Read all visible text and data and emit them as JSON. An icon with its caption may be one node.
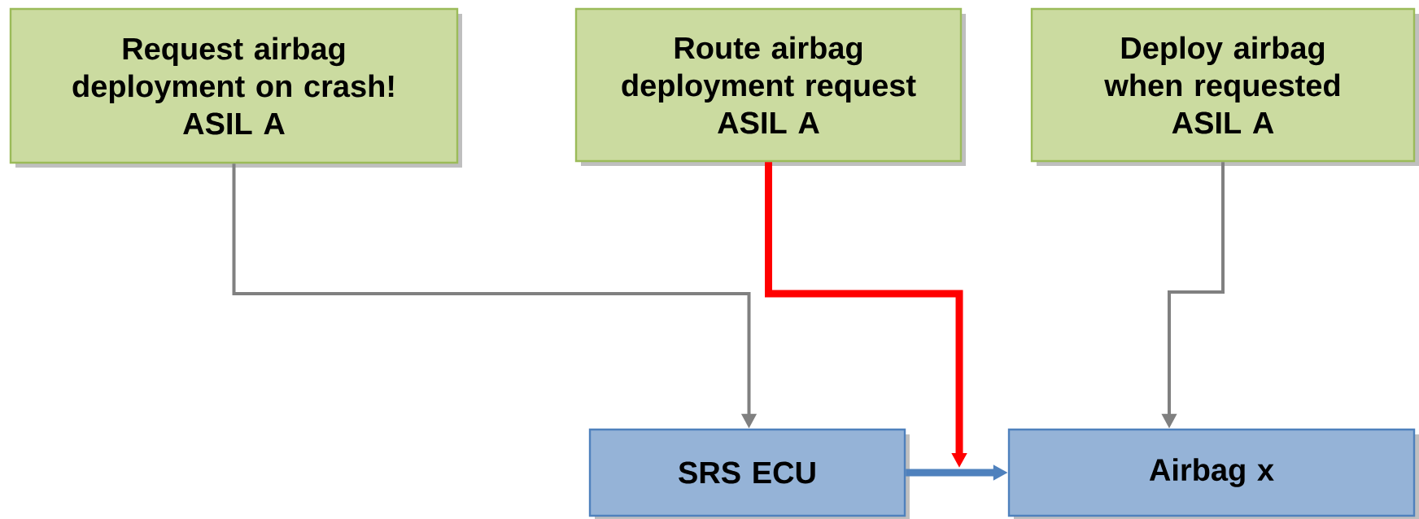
{
  "diagram": {
    "nodes": [
      {
        "text": [
          "Request airbag deployment on crash!",
          "ASIL A"
        ]
      },
      {
        "text": [
          "Route airbag deployment request",
          "ASIL A"
        ]
      },
      {
        "text": [
          "Deploy airbag when requested",
          "ASIL A"
        ]
      },
      {
        "text": [
          "SRS ECU"
        ]
      },
      {
        "text": [
          "Airbag x"
        ]
      }
    ],
    "edges": [
      {
        "from": 0,
        "to": 3,
        "arrow": "to"
      },
      {
        "from": 1,
        "to": null,
        "arrow": "to",
        "style": "thick",
        "color": "#ff0000"
      },
      {
        "from": 2,
        "to": 4,
        "arrow": "to"
      },
      {
        "from": 3,
        "to": 4,
        "arrow": "to",
        "style": "thick",
        "color": "#4f81bd"
      }
    ]
  }
}
